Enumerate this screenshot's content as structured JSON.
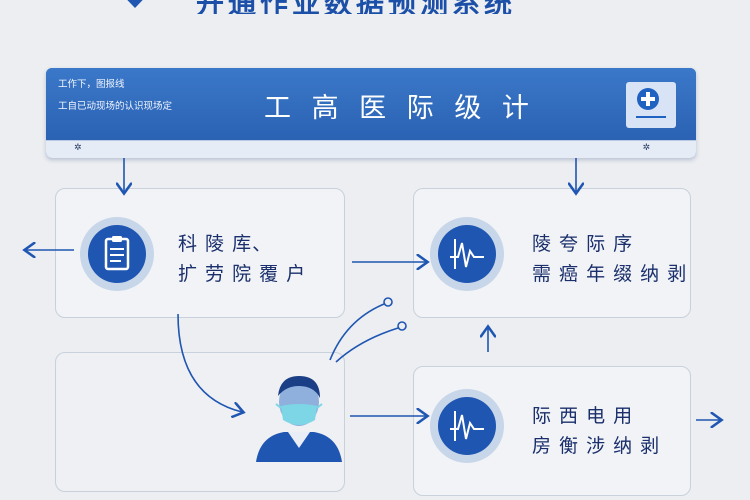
{
  "header": {
    "top_title": "开通作业数据预测系统"
  },
  "banner": {
    "line1": "工作下，图报线",
    "line2": "工自已动现场的认识现场定",
    "title": "工 高 医 际 级 计",
    "strip_left_icon": "✲",
    "strip_right_icon": "✲"
  },
  "cards": {
    "left": {
      "line1": "科 陵 库、",
      "line2": "扩 劳 院 覆 户",
      "icon": "clipboard-icon"
    },
    "right_top": {
      "line1": "陵 夸 际 序",
      "line2": "需 癌 年 缀 纳 剥",
      "icon": "ecg-icon"
    },
    "right_bottom": {
      "line1": "际 西 电 用",
      "line2": "房 衡 涉 纳 剥",
      "icon": "ecg-icon"
    }
  },
  "person": {
    "icon": "masked-person-icon"
  },
  "colors": {
    "primary_blue": "#2f6cc1",
    "dark_blue": "#1f56b2",
    "background": "#eceef1",
    "card_border": "#c9d1dc"
  }
}
